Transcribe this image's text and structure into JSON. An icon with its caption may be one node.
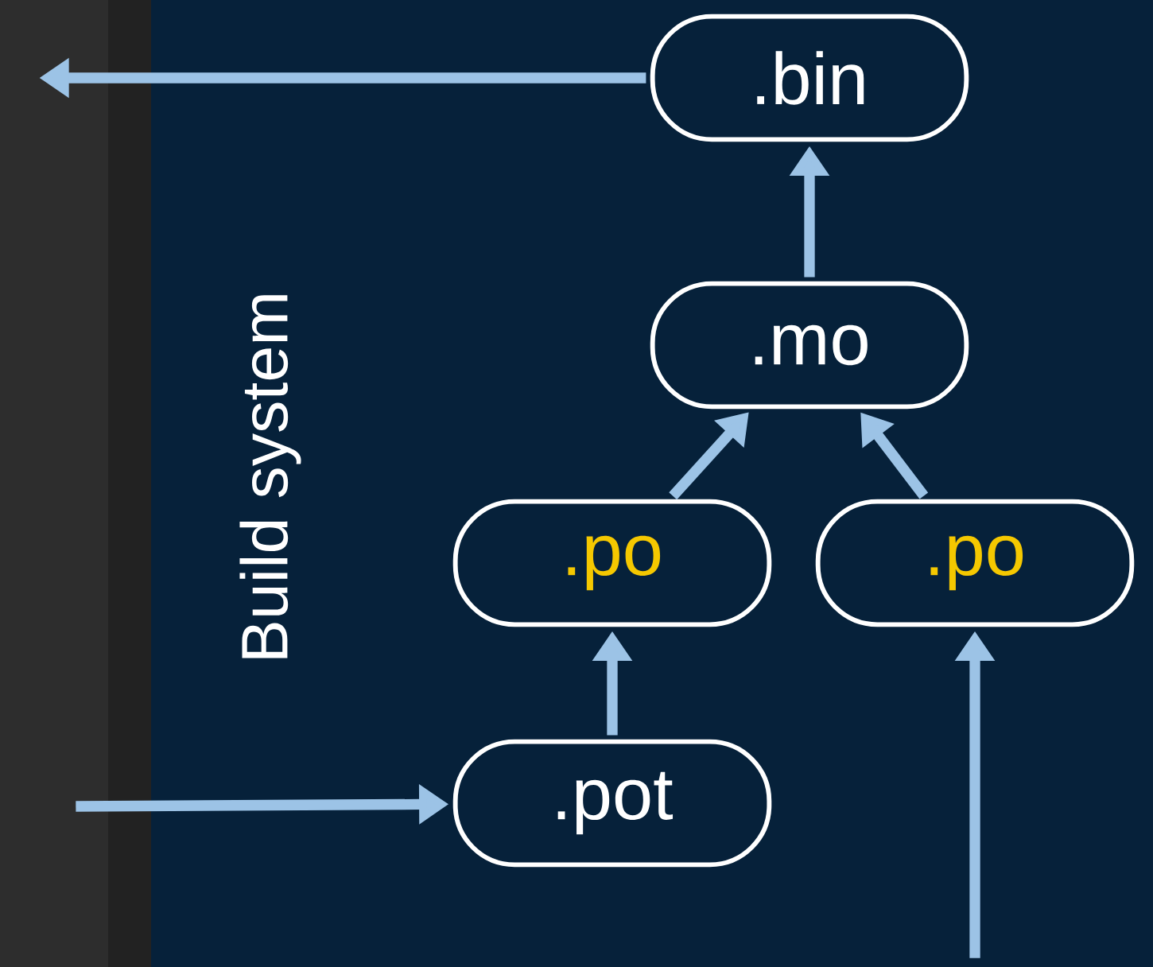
{
  "diagram": {
    "nodes": [
      {
        "text": [
          ".bin"
        ]
      },
      {
        "text": [
          ".mo"
        ]
      },
      {
        "text": [
          ".po"
        ]
      },
      {
        "text": [
          ".po"
        ]
      },
      {
        "text": [
          ".pot"
        ]
      }
    ],
    "edges": [
      {
        "from": 0,
        "to": null,
        "arrow": "to"
      },
      {
        "from": null,
        "to": 4,
        "arrow": "to"
      },
      {
        "from": 4,
        "to": 2,
        "arrow": "to"
      },
      {
        "from": 2,
        "to": 1,
        "arrow": "to"
      },
      {
        "from": 3,
        "to": 1,
        "arrow": "to"
      },
      {
        "from": 1,
        "to": 0,
        "arrow": "to"
      },
      {
        "from": null,
        "to": 3,
        "arrow": "to"
      }
    ],
    "labels": [
      "Build system"
    ]
  }
}
